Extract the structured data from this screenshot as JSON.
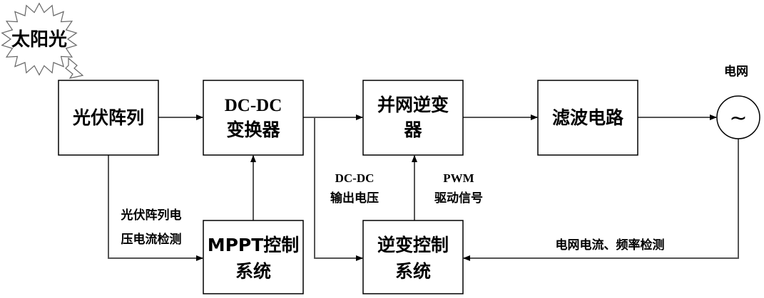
{
  "sun": {
    "label": "太阳光"
  },
  "blocks": {
    "pv_array": "光伏阵列",
    "dcdc_line1": "DC-DC",
    "dcdc_line2": "变换器",
    "inverter_line1": "并网逆变",
    "inverter_line2": "器",
    "filter": "滤波电路",
    "mppt_line1": "MPPT控制",
    "mppt_line2": "系统",
    "inv_ctrl_line1": "逆变控制",
    "inv_ctrl_line2": "系统",
    "grid_label": "电网",
    "grid_symbol": "~"
  },
  "signals": {
    "pv_detect_line1": "光伏阵列电",
    "pv_detect_line2": "压电流检测",
    "dcdc_out_line1": "DC-DC",
    "dcdc_out_line2": "输出电压",
    "pwm_line1": "PWM",
    "pwm_line2": "驱动信号",
    "grid_detect": "电网电流、频率检测"
  }
}
